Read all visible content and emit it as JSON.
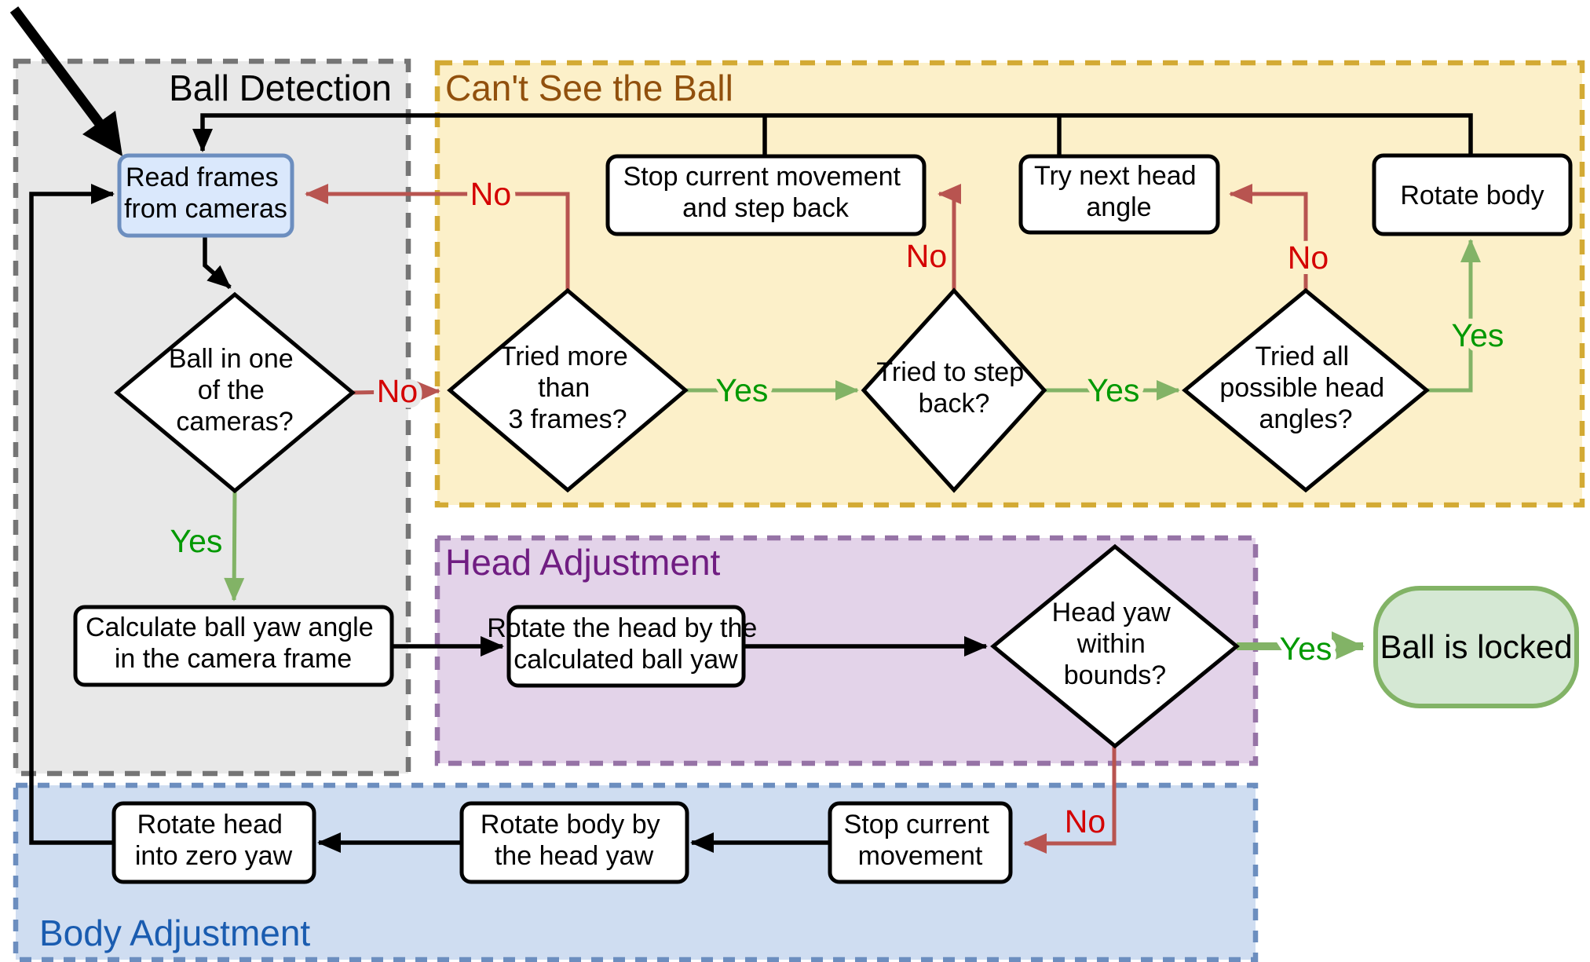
{
  "diagram": {
    "type": "flowchart",
    "regions": {
      "ball_detection": {
        "label": "Ball Detection",
        "title_color": "#000000",
        "fill": "#e8e8e8",
        "border": "#757575"
      },
      "cant_see_ball": {
        "label": "Can't See the Ball",
        "title_color": "#91500d",
        "fill": "#fcf0c9",
        "border": "#d3aa34"
      },
      "head_adjustment": {
        "label": "Head Adjustment",
        "title_color": "#701d82",
        "fill": "#e3d3e9",
        "border": "#9673a6"
      },
      "body_adjustment": {
        "label": "Body Adjustment",
        "title_color": "#1a5cb0",
        "fill": "#cfddf1",
        "border": "#6c8ebf"
      }
    },
    "nodes": {
      "read_frames": {
        "shape": "rounded-rect",
        "lines": [
          "Read frames",
          "from cameras"
        ],
        "fill": "#dae8fc",
        "border": "#6c8ebf"
      },
      "ball_in_cameras": {
        "shape": "diamond",
        "lines": [
          "Ball in one",
          "of the",
          "cameras?"
        ]
      },
      "tried_3_frames": {
        "shape": "diamond",
        "lines": [
          "Tried more",
          "than",
          "3 frames?"
        ]
      },
      "tried_step_back": {
        "shape": "diamond",
        "lines": [
          "Tried to step",
          "back?"
        ]
      },
      "tried_all_angles": {
        "shape": "diamond",
        "lines": [
          "Tried all",
          "possible head",
          "angles?"
        ]
      },
      "stop_step_back": {
        "shape": "rect",
        "lines": [
          "Stop current movement",
          "and step back"
        ]
      },
      "try_next_head": {
        "shape": "rect",
        "lines": [
          "Try next head",
          "angle"
        ]
      },
      "rotate_body": {
        "shape": "rect",
        "lines": [
          "Rotate body"
        ]
      },
      "calc_ball_yaw": {
        "shape": "rect",
        "lines": [
          "Calculate ball yaw angle",
          "in the camera frame"
        ]
      },
      "rotate_head_by_yaw": {
        "shape": "rect",
        "lines": [
          "Rotate the head by the",
          "calculated ball yaw"
        ]
      },
      "head_yaw_bounds": {
        "shape": "diamond",
        "lines": [
          "Head yaw",
          "within",
          "bounds?"
        ]
      },
      "ball_locked": {
        "shape": "rounded-rect",
        "lines": [
          "Ball is locked"
        ],
        "fill": "#d5e8d4",
        "border": "#82b366"
      },
      "rotate_head_zero": {
        "shape": "rect",
        "lines": [
          "Rotate head",
          "into zero yaw"
        ]
      },
      "rotate_body_by_yaw": {
        "shape": "rect",
        "lines": [
          "Rotate body by",
          "the head yaw"
        ]
      },
      "stop_movement": {
        "shape": "rect",
        "lines": [
          "Stop current",
          "movement"
        ]
      }
    },
    "edge_labels": {
      "yes_ball_in_cameras": "Yes",
      "yes_tried_3_frames": "Yes",
      "yes_tried_step_back": "Yes",
      "yes_tried_all_angles": "Yes",
      "yes_head_yaw_bounds": "Yes",
      "no_ball_in_cameras": "No",
      "no_tried_3_frames": "No",
      "no_tried_step_back": "No",
      "no_tried_all_angles": "No",
      "no_head_yaw_bounds": "No"
    },
    "colors": {
      "yes_label": "#009900",
      "no_label": "#d40000",
      "yes_line": "#82b366",
      "no_line": "#b85450",
      "black_line": "#000000"
    }
  }
}
